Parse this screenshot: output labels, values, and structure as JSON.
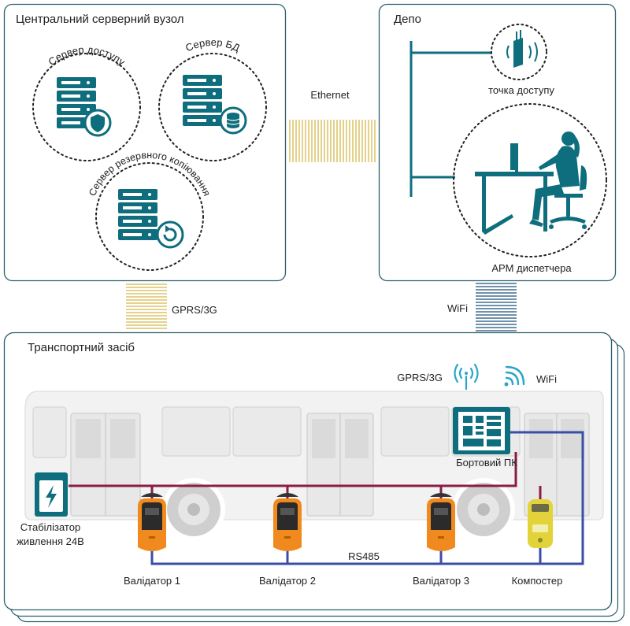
{
  "central": {
    "title": "Центральний серверний вузол",
    "access_server": "Сервер доступу",
    "db_server": "Сервер БД",
    "backup_server": "Сервер резервного копіювання"
  },
  "depot": {
    "title": "Депо",
    "access_point": "точка доступу",
    "dispatcher": "АРМ диспетчера"
  },
  "links": {
    "ethernet": "Ethernet",
    "gprs_left": "GPRS/3G",
    "wifi_left": "WiFi"
  },
  "vehicle": {
    "title": "Транспортний засіб",
    "gprs": "GPRS/3G",
    "wifi": "WiFi",
    "onboard_pc": "Бортовий ПК",
    "stabilizer_line1": "Стабілізатор",
    "stabilizer_line2": "живлення 24В",
    "rs485": "RS485",
    "validator1": "Валідатор 1",
    "validator2": "Валідатор 2",
    "validator3": "Валідатор 3",
    "composter": "Компостер"
  },
  "colors": {
    "teal": "#0e6e7e",
    "frame": "#2a5f6c",
    "power_line": "#8a1c46",
    "data_line": "#3a4ea8",
    "ethernet_stripe": "#d6b84a",
    "wifi_stripe": "#1a4f7a",
    "validator_orange": "#f08a1e",
    "composter_yellow": "#e3d33a"
  }
}
